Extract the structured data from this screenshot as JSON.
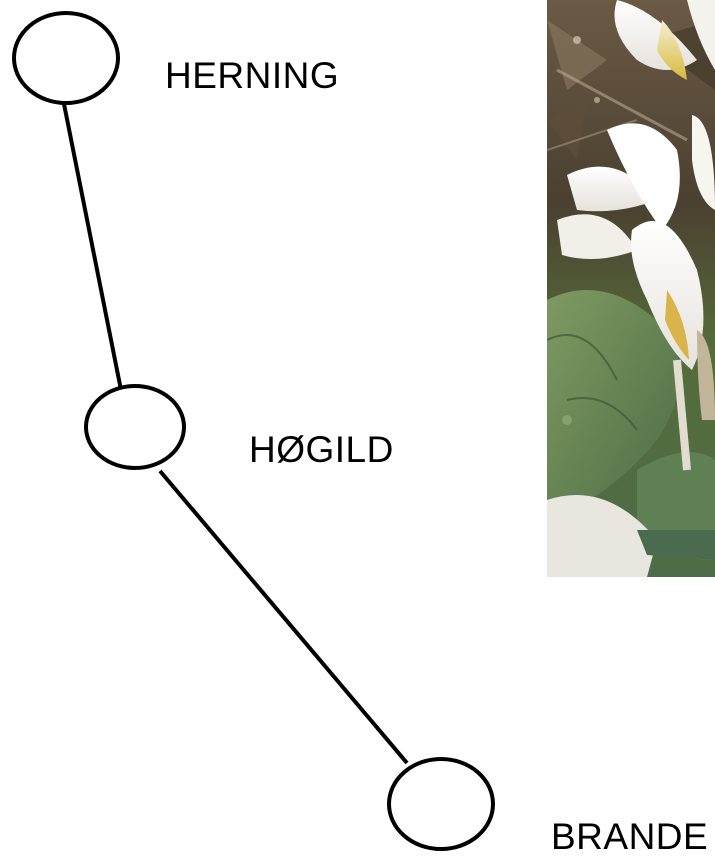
{
  "nodes": [
    {
      "id": "herning",
      "label": "HERNING"
    },
    {
      "id": "hogild",
      "label": "HØGILD"
    },
    {
      "id": "brande",
      "label": "BRANDE"
    }
  ],
  "edges": [
    {
      "from": "herning",
      "to": "hogild"
    },
    {
      "from": "hogild",
      "to": "brande"
    }
  ],
  "photo": {
    "subject": "white crocus flowers among strawberry leaves"
  }
}
